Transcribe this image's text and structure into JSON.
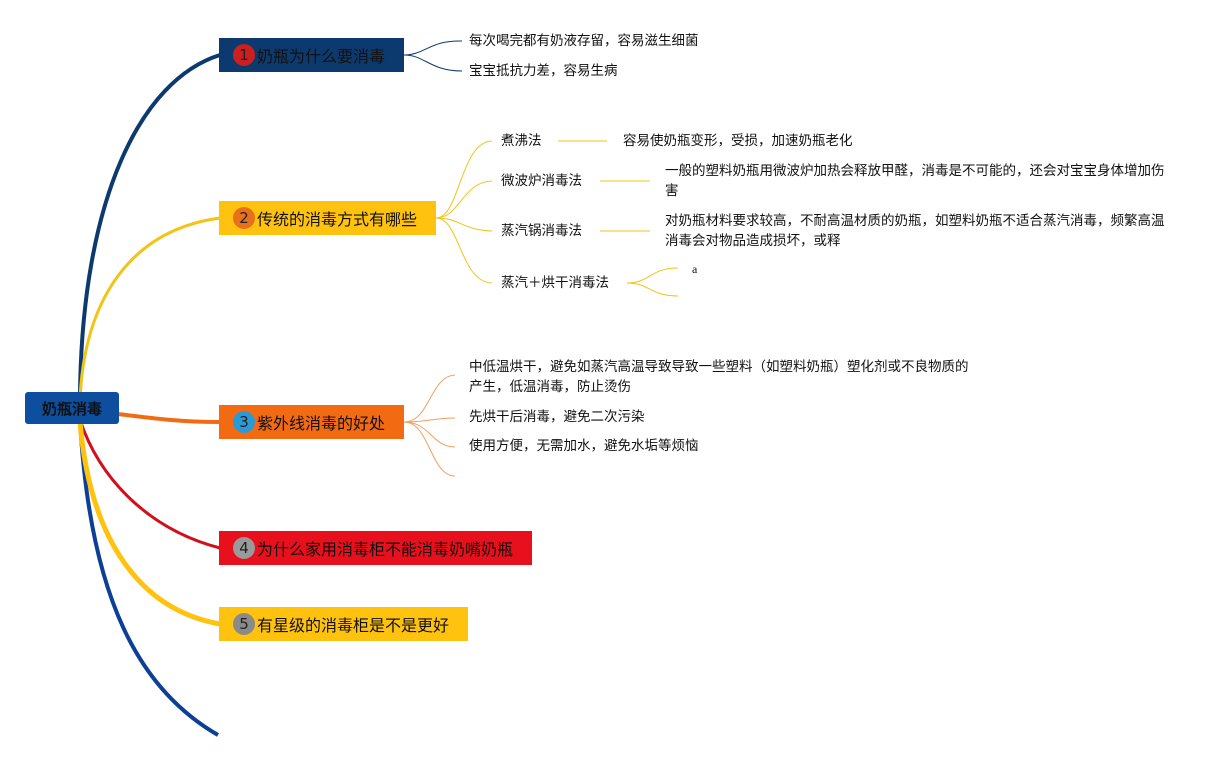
{
  "root": {
    "label": "奶瓶消毒"
  },
  "topics": [
    {
      "num": "1",
      "label": "奶瓶为什么要消毒",
      "color": "#0d3a6e",
      "text_color": "#111111",
      "badge_color": "#cc1f1f",
      "badge_text_color": "#222222",
      "children": [
        {
          "label": "每次喝完都有奶液存留，容易滋生细菌"
        },
        {
          "label": "宝宝抵抗力差，容易生病"
        }
      ]
    },
    {
      "num": "2",
      "label": "传统的消毒方式有哪些",
      "color": "#ffc20e",
      "text_color": "#111111",
      "badge_color": "#e8701a",
      "badge_text_color": "#222222",
      "children": [
        {
          "label": "煮沸法",
          "detail": [
            "容易使奶瓶变形，受损，加速奶瓶老化"
          ]
        },
        {
          "label": "微波炉消毒法",
          "detail": [
            "一般的塑料奶瓶用微波炉加热会释放甲醛，消毒是不可能的，还会对宝宝身体增加伤害"
          ]
        },
        {
          "label": "蒸汽锅消毒法",
          "detail": [
            "对奶瓶材料要求较高，不耐高温材质的奶瓶，如塑料奶瓶不适合蒸汽消毒，频繁高温消毒会对物品造成损坏，或释"
          ]
        },
        {
          "label": "蒸汽＋烘干消毒法",
          "detail": [
            "a",
            ""
          ]
        }
      ]
    },
    {
      "num": "3",
      "label": "紫外线消毒的好处",
      "color": "#f26a12",
      "text_color": "#111111",
      "badge_color": "#2a9ad6",
      "badge_text_color": "#222222",
      "children": [
        {
          "label": "中低温烘干，避免如蒸汽高温导致导致一些塑料（如塑料奶瓶）塑化剂或不良物质的产生，低温消毒，防止烫伤"
        },
        {
          "label": "先烘干后消毒，避免二次污染"
        },
        {
          "label": "使用方便，无需加水，避免水垢等烦恼"
        },
        {
          "label": ""
        }
      ]
    },
    {
      "num": "4",
      "label": "为什么家用消毒柜不能消毒奶嘴奶瓶",
      "color": "#e8101d",
      "text_color": "#111111",
      "badge_color": "#9a9a9a",
      "badge_text_color": "#222222",
      "children": []
    },
    {
      "num": "5",
      "label": "有星级的消毒柜是不是更好",
      "color": "#ffc20e",
      "text_color": "#111111",
      "badge_color": "#8a8a8a",
      "badge_text_color": "#222222",
      "children": []
    }
  ],
  "branch_colors": {
    "trunk_top": "#0d3a6e",
    "trunk_bottom": "#0d3f96",
    "t1": "#0d3a6e",
    "t2": "#f2c418",
    "t3": "#f26a12",
    "t4": "#d0101d",
    "t5": "#ffc20e",
    "leaf1": "#0d3a6e",
    "leaf2": "#f2c418",
    "leaf3": "#f0a060"
  }
}
